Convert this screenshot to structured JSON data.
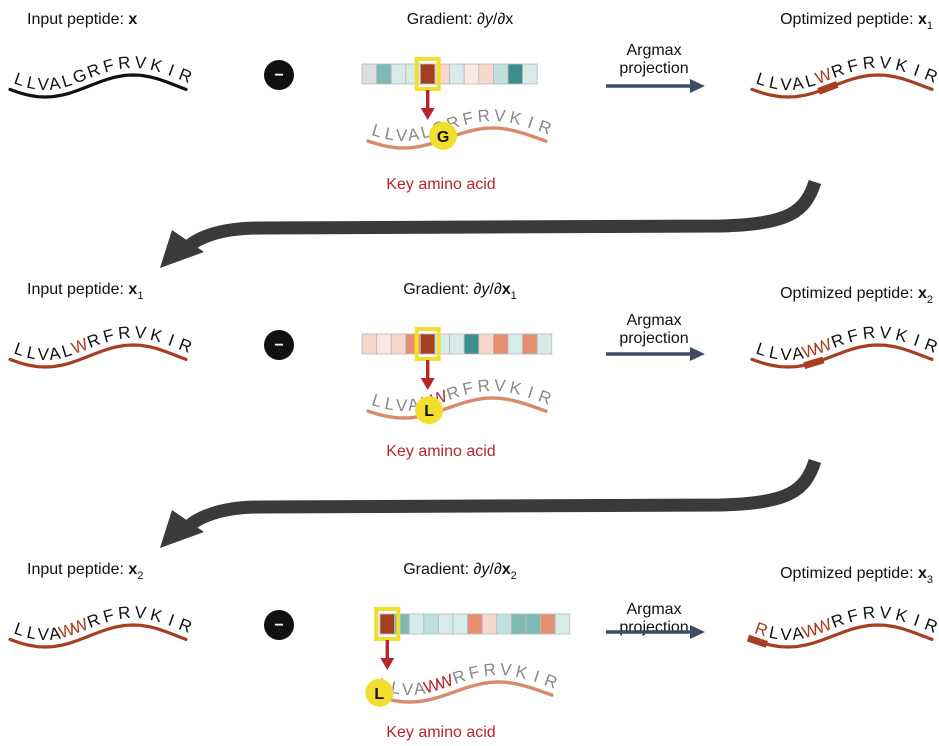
{
  "colors": {
    "black_strand": "#111111",
    "optimized_strand": "#a63f22",
    "gradient_strand": "#d98a6c",
    "highlight_yellow": "#f2de2e",
    "key_red": "#b5252b",
    "arrow_slate": "#3d4b63",
    "flow_arrow": "#3a3a3a",
    "gray_letters": "#888888",
    "cell_colors": [
      "#dddddd",
      "#7fb9b6",
      "#d7ebe9",
      "#f8d7cc",
      "#e88e72",
      "#a63f22",
      "#3f8f8c",
      "#fbe7e1",
      "#bfe0de",
      "#ffffff"
    ]
  },
  "rows": [
    {
      "input": {
        "label": "Input peptide: ",
        "var": "x",
        "sub": "",
        "sequence": "LLVALGRFRVKIR"
      },
      "operator": "−",
      "gradient": {
        "label": "Gradient: ∂y/∂x",
        "label_parts": [
          "Gradient: ",
          "∂",
          "y",
          "/∂",
          "x",
          ""
        ],
        "cells": [
          0,
          1,
          2,
          2,
          5,
          3,
          2,
          7,
          3,
          8,
          6,
          2
        ],
        "selected": 4,
        "sequence": "LLVALGRFRVKIR",
        "key_residue": "G",
        "red_letters": [],
        "caption": "Key amino acid"
      },
      "arrow": {
        "line1": "Argmax",
        "line2": "projection"
      },
      "output": {
        "label": "Optimized peptide: ",
        "var": "x",
        "sub": "1",
        "sequence": "LLVALWRFRVKIR",
        "mutated": [
          5
        ]
      }
    },
    {
      "input": {
        "label": "Input peptide: ",
        "var": "x",
        "sub": "1",
        "sequence": "LLVALWRFRVKIR",
        "mutated": [
          5
        ]
      },
      "operator": "−",
      "gradient": {
        "label": "Gradient: ∂y/∂x1",
        "label_parts": [
          "Gradient: ",
          "∂",
          "y",
          "/∂",
          "x",
          "1"
        ],
        "cells": [
          3,
          7,
          3,
          4,
          5,
          2,
          2,
          6,
          3,
          4,
          2,
          4,
          2
        ],
        "selected": 4,
        "sequence": "LLVALWRFRVKIR",
        "key_residue": "L",
        "red_letters": [
          5
        ],
        "caption": "Key amino acid"
      },
      "arrow": {
        "line1": "Argmax",
        "line2": "projection"
      },
      "output": {
        "label": "Optimized peptide: ",
        "var": "x",
        "sub": "2",
        "sequence": "LLVAWWRFRVKIR",
        "mutated": [
          4,
          5
        ]
      }
    },
    {
      "input": {
        "label": "Input peptide: ",
        "var": "x",
        "sub": "2",
        "sequence": "LLVAWWRFRVKIR",
        "mutated": [
          4,
          5
        ]
      },
      "operator": "−",
      "gradient": {
        "label": "Gradient: ∂y/∂x2",
        "label_parts": [
          "Gradient: ",
          "∂",
          "y",
          "/∂",
          "x",
          "2"
        ],
        "cells": [
          5,
          1,
          2,
          8,
          2,
          2,
          4,
          3,
          8,
          1,
          1,
          4,
          2
        ],
        "selected": 0,
        "sequence": "LLVAWWRFRVKIR",
        "key_residue": "L",
        "red_letters": [
          4,
          5
        ],
        "caption": "Key amino acid"
      },
      "arrow": {
        "line1": "Argmax",
        "line2": "projection"
      },
      "output": {
        "label": "Optimized peptide: ",
        "var": "x",
        "sub": "3",
        "sequence": "RLVAWWRFRVKIR",
        "mutated": [
          0,
          4,
          5
        ]
      }
    }
  ]
}
